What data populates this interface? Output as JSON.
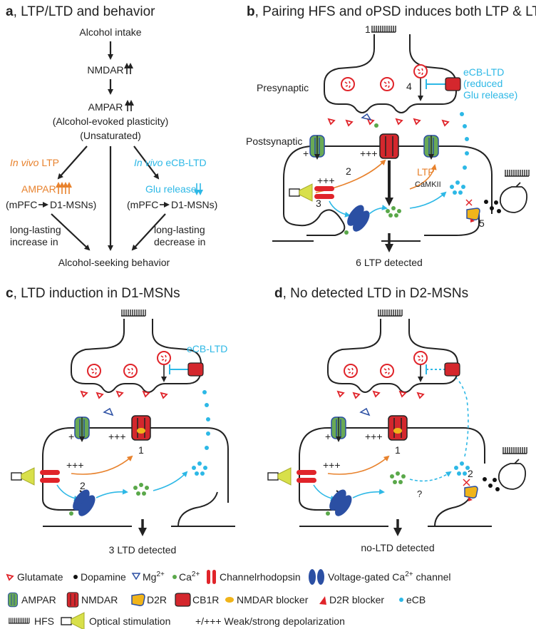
{
  "panel_a": {
    "letter": "a",
    "title": ", LTP/LTD and behavior",
    "alcohol_intake": "Alcohol intake",
    "nmdar": "NMDAR",
    "ampar": "AMPAR",
    "alcohol_evoked": "(Alcohol-evoked plasticity)",
    "unsaturated": "(Unsaturated)",
    "in_vivo_ltp_italic": "In vivo",
    "in_vivo_ltp_rest": " LTP",
    "in_vivo_ltd_italic": "In vivo",
    "in_vivo_ltd_rest": " eCB-LTD",
    "ampar_orange": "AMPAR",
    "glu_release": "Glu release",
    "mpfc_left": "(mPFC",
    "d1_left": "D1-MSNs)",
    "mpfc_right": "(mPFC",
    "d1_right": "D1-MSNs)",
    "long_lasting_l1": "long-lasting",
    "long_lasting_l2": "increase in",
    "long_lasting_r1": "long-lasting",
    "long_lasting_r2": "decrease in",
    "behavior": "Alcohol-seeking behavior"
  },
  "panel_b": {
    "letter": "b",
    "title": ", Pairing HFS and oPSD induces both LTP & LTD",
    "n1": "1",
    "presynaptic": "Presynaptic",
    "postsynaptic": "Postsynaptic",
    "n4": "4",
    "ecb_ltd_1": "eCB-LTD",
    "ecb_ltd_2": "(reduced",
    "ecb_ltd_3": "Glu release)",
    "plus": "+",
    "ppp1": "+++",
    "ppp2": "+++",
    "n2": "2",
    "n3": "3",
    "ltp": "LTP",
    "camkii": "CaMKII",
    "n5": "5",
    "result": "6 LTP detected"
  },
  "panel_c": {
    "letter": "c",
    "title": ", LTD induction in D1-MSNs",
    "ecb_ltd": "eCB-LTD",
    "plus": "+",
    "ppp1": "+++",
    "ppp2": "+++",
    "n1": "1",
    "n2": "2",
    "result": "3 LTD detected"
  },
  "panel_d": {
    "letter": "d",
    "title": ", No detected LTD in D2-MSNs",
    "plus": "+",
    "ppp1": "+++",
    "ppp2": "+++",
    "n1": "1",
    "n2": "2",
    "question": "?",
    "result": "no-LTD detected"
  },
  "legend": {
    "glutamate": "Glutamate",
    "dopamine": "Dopamine",
    "mg": "Mg",
    "mg_sup": "2+",
    "ca": "Ca",
    "ca_sup": "2+",
    "channelrhodopsin": "Channelrhodopsin",
    "vgcc": "Voltage-gated Ca",
    "vgcc_sup": "2+",
    "vgcc_end": " channel",
    "ampar": "AMPAR",
    "nmdar": "NMDAR",
    "d2r": "D2R",
    "cb1r": "CB1R",
    "nmdar_blocker": "NMDAR blocker",
    "d2r_blocker": "D2R blocker",
    "ecb": "eCB",
    "hfs": "HFS",
    "optical": "Optical stimulation",
    "depol": "+/+++ Weak/strong depolarization"
  },
  "colors": {
    "orange": "#e8822d",
    "cyan": "#2db8e6",
    "red": "#e0242a",
    "green": "#5aa84a",
    "blue": "#2b4fa3",
    "yellow": "#d8e04a"
  }
}
